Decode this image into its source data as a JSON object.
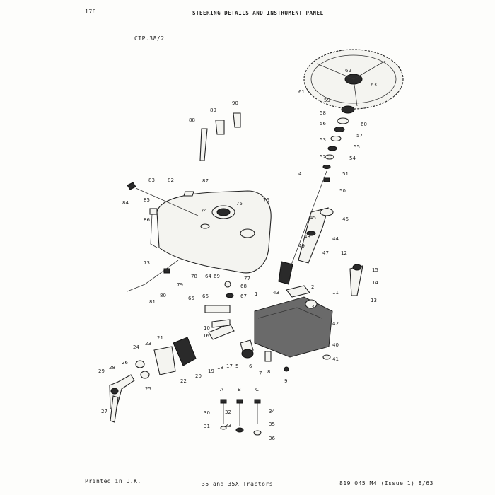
{
  "page": {
    "page_number": "176",
    "title": "STEERING DETAILS AND INSTRUMENT PANEL",
    "plate_ref": "CTP.38/2"
  },
  "footer": {
    "left": "Printed in U.K.",
    "center": "35 and 35X Tractors",
    "right": "819 045 M4 (Issue 1) 8/63"
  },
  "callouts": [
    "1",
    "2",
    "3",
    "4",
    "5",
    "6",
    "7",
    "8",
    "9",
    "10",
    "11",
    "12",
    "13",
    "14",
    "15",
    "16",
    "17",
    "18",
    "19",
    "20",
    "21",
    "22",
    "23",
    "24",
    "25",
    "26",
    "27",
    "28",
    "29",
    "30",
    "31",
    "32",
    "33",
    "34",
    "35",
    "36",
    "40",
    "41",
    "42",
    "43",
    "44",
    "45",
    "46",
    "47",
    "48",
    "49",
    "50",
    "51",
    "52",
    "53",
    "54",
    "55",
    "56",
    "57",
    "58",
    "59",
    "60",
    "61",
    "62",
    "63",
    "64",
    "65",
    "66",
    "67",
    "68",
    "69",
    "73",
    "74",
    "75",
    "76",
    "77",
    "78",
    "79",
    "80",
    "81",
    "82",
    "83",
    "84",
    "85",
    "86",
    "87",
    "88",
    "89",
    "90"
  ],
  "bolt_letters": [
    "A",
    "B",
    "C"
  ]
}
